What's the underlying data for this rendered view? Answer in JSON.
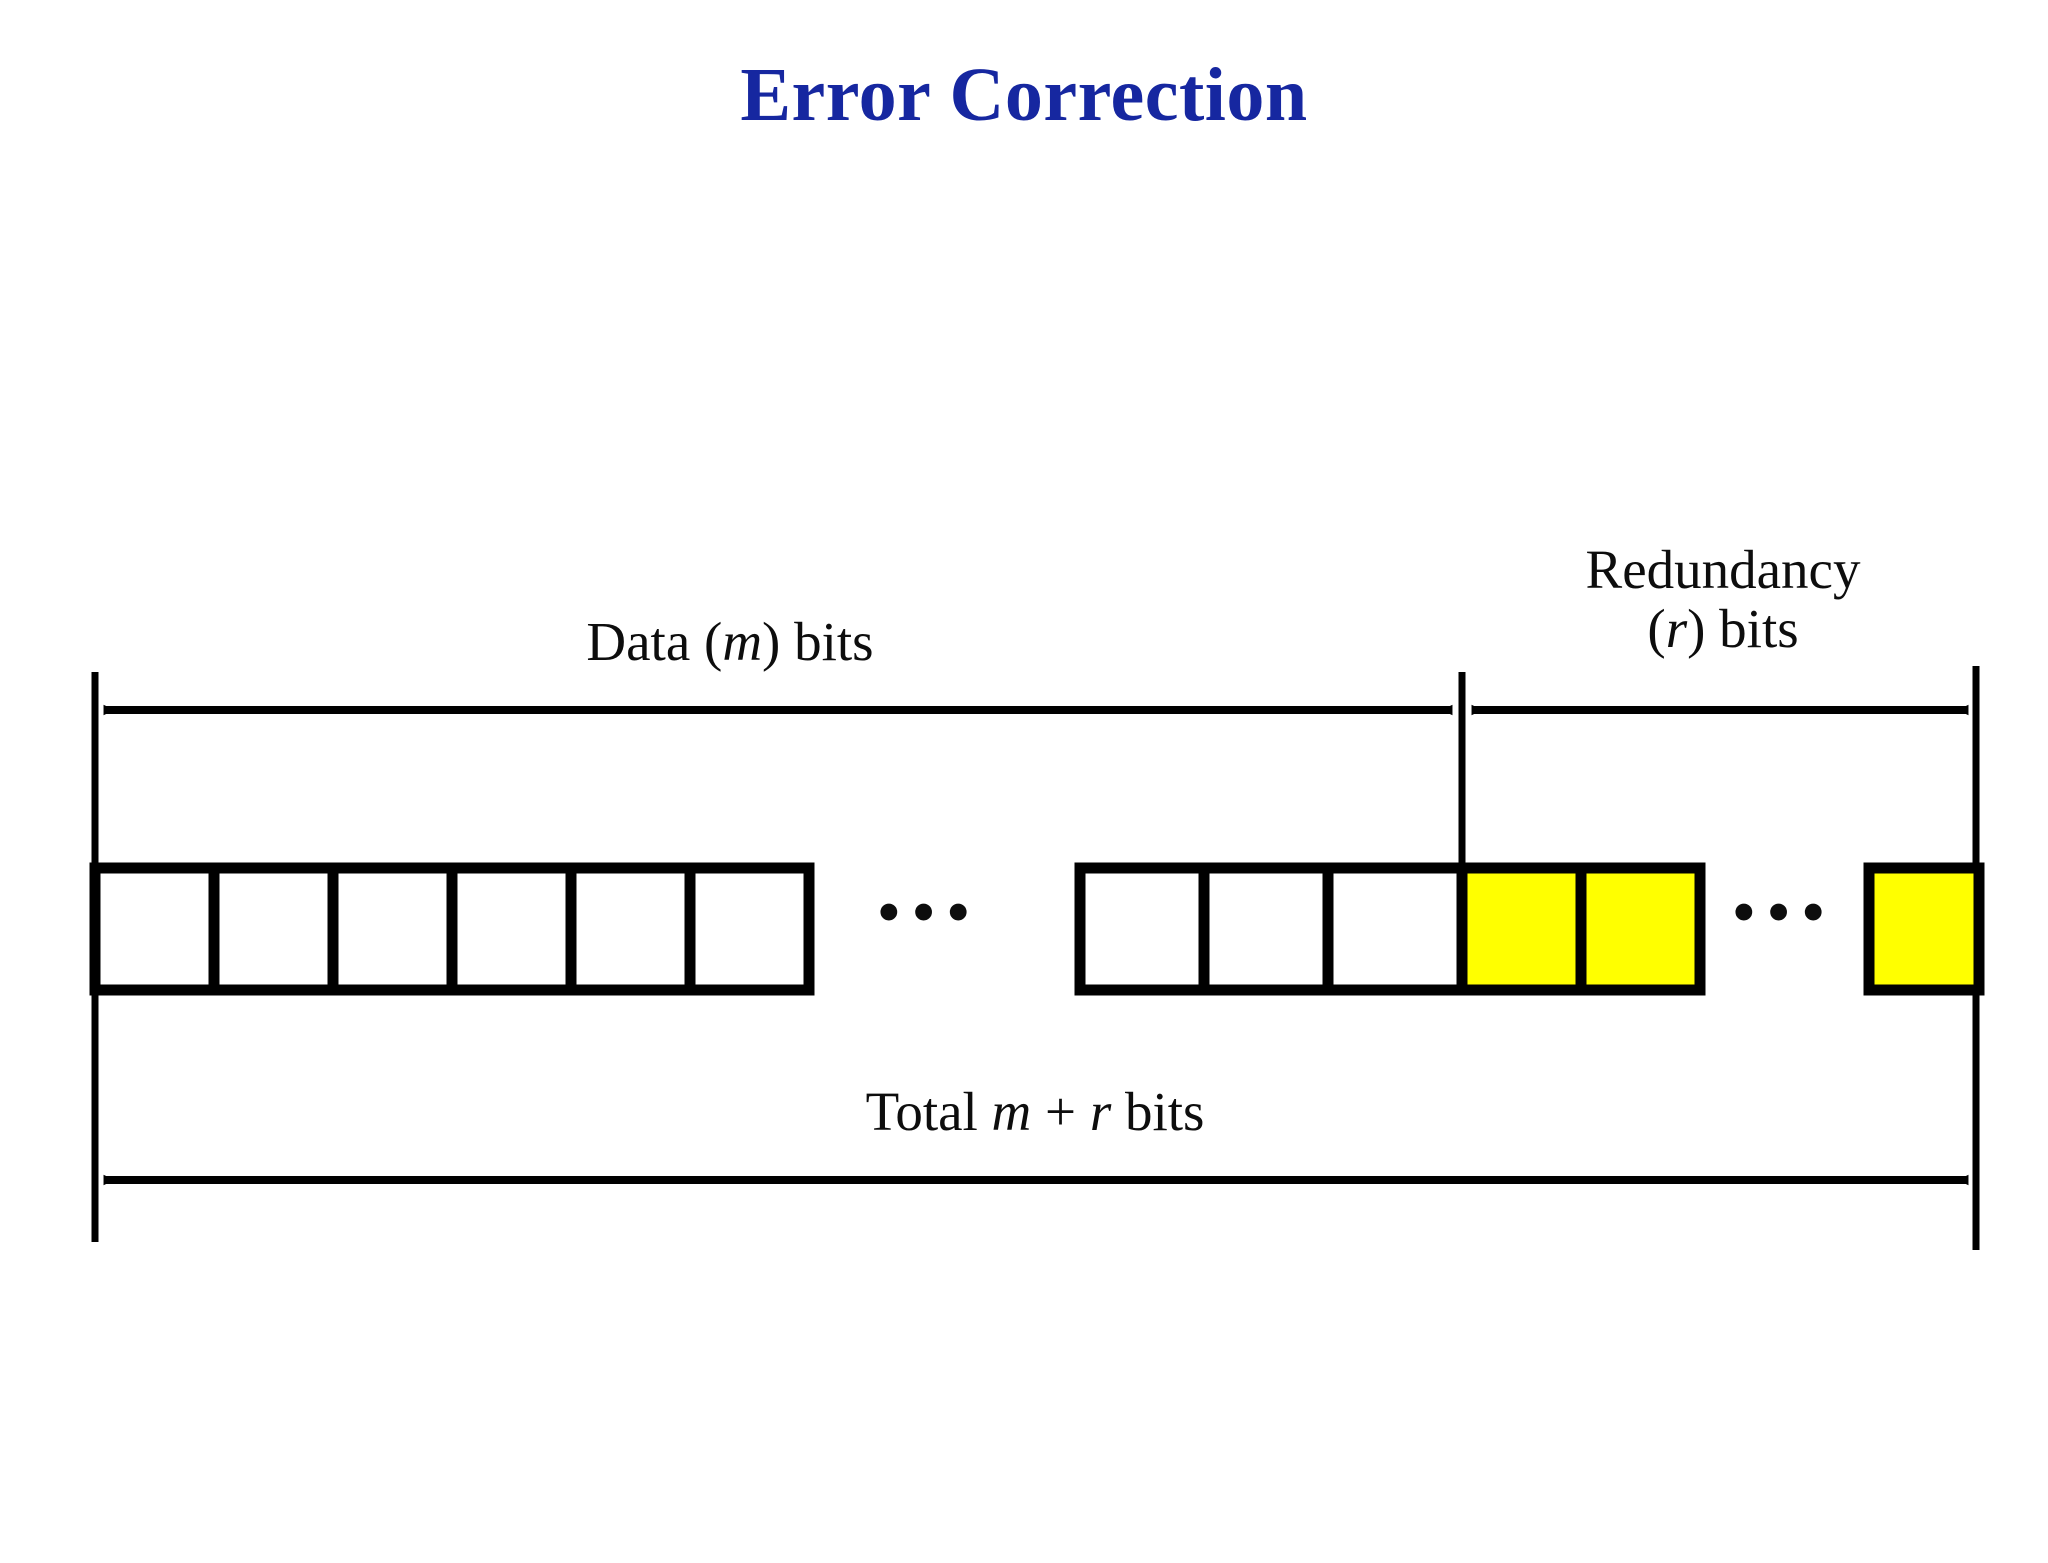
{
  "slide": {
    "title": "Error Correction",
    "title_color": "#1627a0",
    "background": "#ffffff"
  },
  "diagram": {
    "name": "codeword-bit-layout",
    "stroke_color": "#000000",
    "data_bit_fill": "#ffffff",
    "redundancy_bit_fill": "#ffff00",
    "labels": {
      "data_segment": "Data (m) bits",
      "data_segment_prefix": "Data (",
      "data_segment_italic": "m",
      "data_segment_suffix": ") bits",
      "redundancy_line1": "Redundancy",
      "redundancy_line2": "(r) bits",
      "redundancy_line2_prefix": "(",
      "redundancy_line2_italic": "r",
      "redundancy_line2_suffix": ") bits",
      "total_prefix": "Total ",
      "total_italic_1": "m",
      "total_operator": " + ",
      "total_italic_2": "r",
      "total_suffix": " bits",
      "ellipsis": "•••"
    },
    "measure_arrows": [
      {
        "name": "data-bits-measure",
        "label": "Data (m) bits",
        "direction": "double"
      },
      {
        "name": "redundancy-bits-measure",
        "label": "Redundancy (r) bits",
        "direction": "double"
      },
      {
        "name": "total-bits-measure",
        "label": "Total m + r bits",
        "direction": "double"
      }
    ],
    "bit_groups": [
      {
        "name": "data-bits-left-group",
        "kind": "data",
        "count": 6,
        "fill": "#ffffff"
      },
      {
        "name": "data-bits-right-group",
        "kind": "data",
        "count": 3,
        "fill": "#ffffff"
      },
      {
        "name": "redundancy-bits-group",
        "kind": "redundancy",
        "count": 2,
        "fill": "#ffff00"
      },
      {
        "name": "redundancy-bits-last",
        "kind": "redundancy",
        "count": 1,
        "fill": "#ffff00"
      }
    ]
  }
}
